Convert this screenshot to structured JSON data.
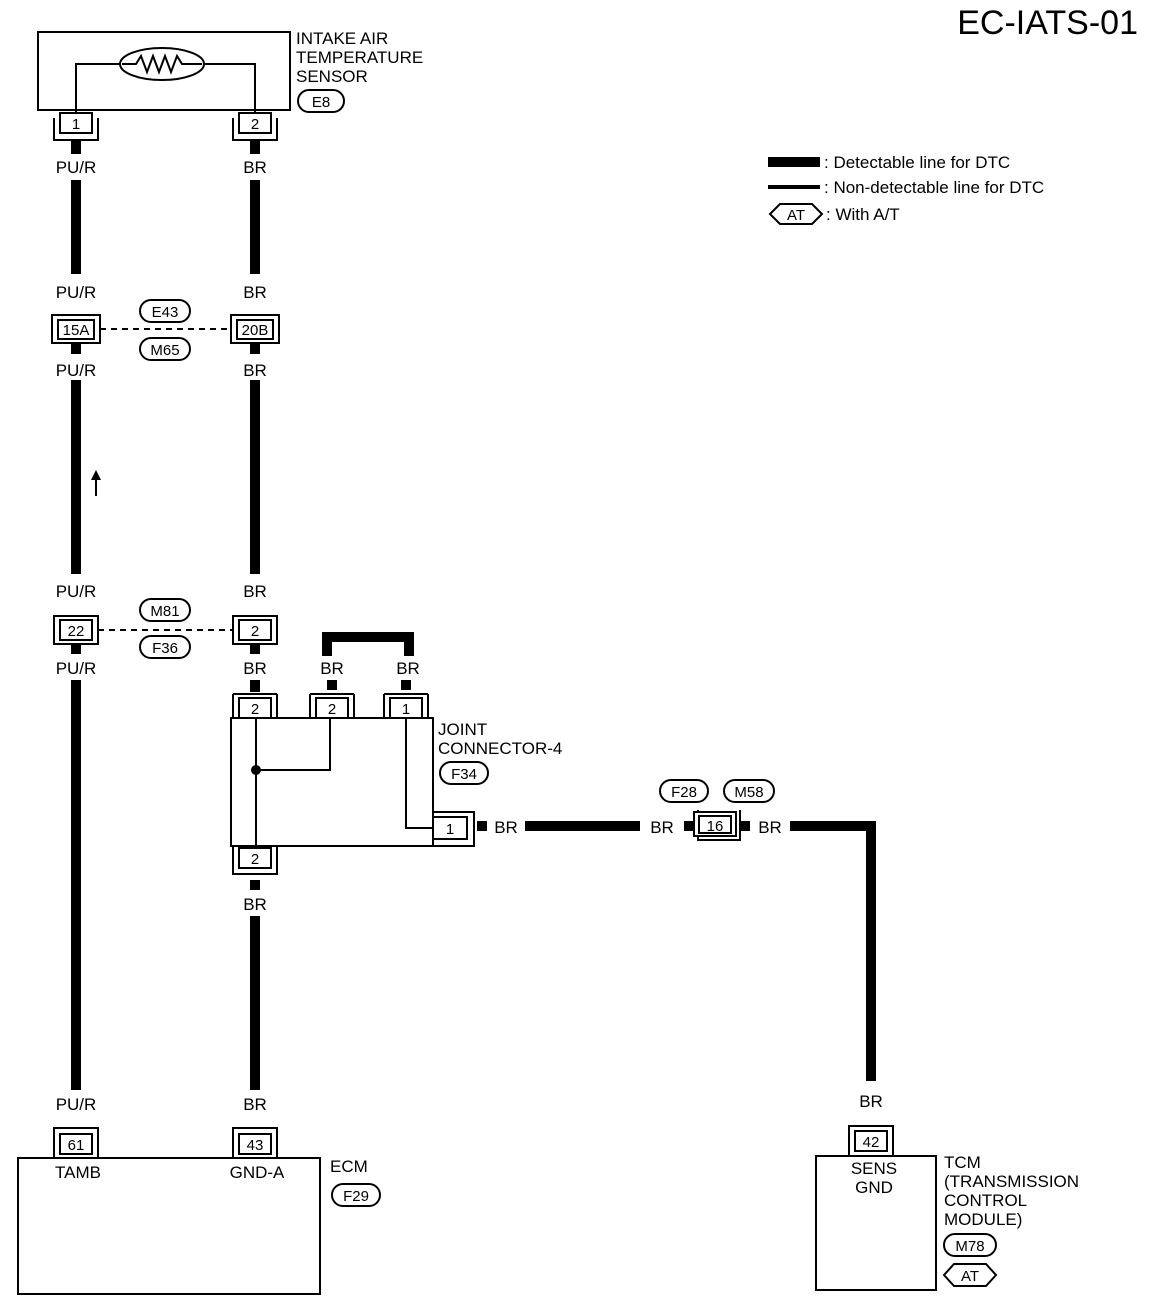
{
  "page_id": "EC-IATS-01",
  "legend": {
    "detectable": ": Detectable line for DTC",
    "non_detectable": ": Non-detectable line for DTC",
    "with_at_tag": "AT",
    "with_at": ": With A/T"
  },
  "sensor": {
    "name_lines": [
      "INTAKE AIR",
      "TEMPERATURE",
      "SENSOR"
    ],
    "connector": "E8",
    "pin1": "1",
    "pin2": "2"
  },
  "connector_e43_m65": {
    "tags": [
      "E43",
      "M65"
    ],
    "pin_a": "15A",
    "pin_b": "20B"
  },
  "connector_m81_f36": {
    "tags": [
      "M81",
      "F36"
    ],
    "pin_a": "22",
    "pin_b": "2"
  },
  "joint": {
    "name_lines": [
      "JOINT",
      "CONNECTOR-4"
    ],
    "connector": "F34",
    "top_pins": [
      "2",
      "2",
      "1"
    ],
    "bottom_pin": "2",
    "side_pin": "1"
  },
  "connector_f28_m58": {
    "tags": [
      "F28",
      "M58"
    ],
    "pin": "16"
  },
  "ecm": {
    "name": "ECM",
    "connector": "F29",
    "pin_tamb": "61",
    "tamb": "TAMB",
    "pin_gnd": "43",
    "gnd": "GND-A"
  },
  "tcm": {
    "name_lines": [
      "TCM",
      "(TRANSMISSION",
      "CONTROL",
      "MODULE)"
    ],
    "connector": "M78",
    "at_tag": "AT",
    "pin": "42",
    "sens_lines": [
      "SENS",
      "GND"
    ]
  },
  "wire_labels": {
    "pur": "PU/R",
    "br": "BR"
  }
}
